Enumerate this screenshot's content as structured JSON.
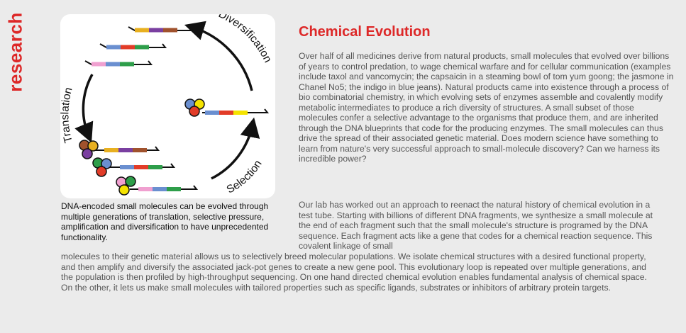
{
  "sidebar": {
    "label": "research"
  },
  "figure": {
    "labels": {
      "diversification": "Diversification",
      "translation": "Translation",
      "selection": "Selection"
    },
    "caption": "DNA-encoded small molecules can be evolved through multiple generations of translation, selective pressure, amplification and diversification to have unprecedented functionality."
  },
  "article": {
    "title": "Chemical Evolution",
    "paragraph1": "Over half of all medicines derive from natural products, small molecules that evolved over billions of years to control predation, to wage chemical warfare and for cellular communication (examples include taxol and vancomycin; the capsaicin in a steaming bowl of tom yum goong; the jasmone in Chanel No5; the indigo in blue jeans). Natural products came into existence through a process of bio combinatorial chemistry, in which evolving sets of enzymes assemble and covalently modify metabolic intermediates to produce a rich diversity of structures. A small subset of those molecules confer a selective advantage to the organisms that produce them, and are inherited through the DNA blueprints that code for the producing enzymes. The small molecules can thus drive the spread of their associated genetic material. Does modern science have something to learn from nature's very successful approach to small-molecule discovery? Can we harness its incredible power?",
    "paragraph2": "Our lab has worked out an approach to reenact the natural history of chemical evolution in a test tube. Starting with billions of different DNA fragments, we synthesize a small molecule at the end of each fragment such that the small molecule's structure is programed by the DNA sequence. Each fragment acts like a gene that codes for a chemical reaction sequence. This covalent linkage of small",
    "paragraph3": "molecules to their genetic material allows us to selectively breed molecular populations. We isolate chemical structures with a desired functional property, and then amplify and diversify the associated jack-pot genes to create a new gene pool. This evolutionary loop is repeated over multiple generations, and the population is then profiled by high-throughput sequencing. On one hand directed chemical evolution enables fundamental analysis of chemical space. On the other, it lets us make small molecules with tailored properties such as specific ligands, substrates or inhibitors of arbitrary protein targets."
  },
  "colors": {
    "accent": "#dd2828",
    "dna_segments": [
      "#e8b020",
      "#7a3fa0",
      "#a0522d",
      "#6a8fd0",
      "#e23c28",
      "#2e9e4a",
      "#f0a0d0",
      "#f5e300"
    ]
  }
}
